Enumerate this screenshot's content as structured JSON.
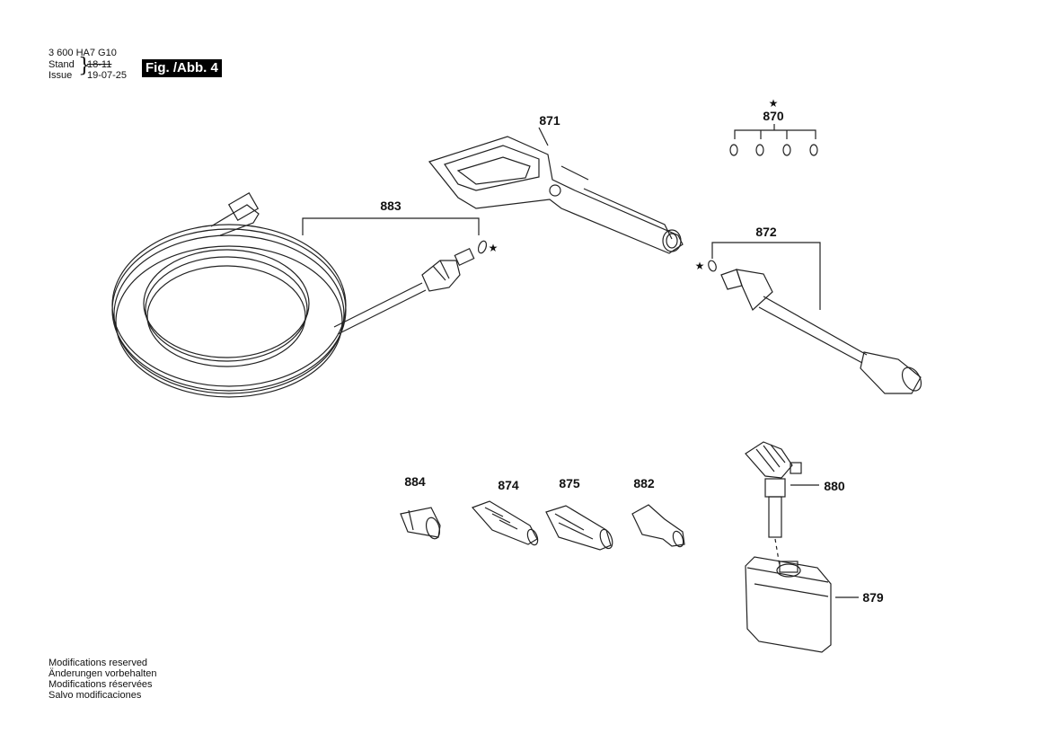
{
  "header": {
    "code": "3 600 HA7 G10",
    "stand_label": "Stand",
    "issue_label": "Issue",
    "old_date": "18-11",
    "new_date": "19-07-25",
    "figure": "Fig. /Abb. 4"
  },
  "parts": {
    "p871": "871",
    "p870": "870",
    "p883": "883",
    "p872": "872",
    "p884": "884",
    "p874": "874",
    "p875": "875",
    "p882": "882",
    "p880": "880",
    "p879": "879"
  },
  "star": "★",
  "footer": [
    "Modifications reserved",
    "Änderungen vorbehalten",
    "Modifications réservées",
    "Salvo modificaciones"
  ]
}
